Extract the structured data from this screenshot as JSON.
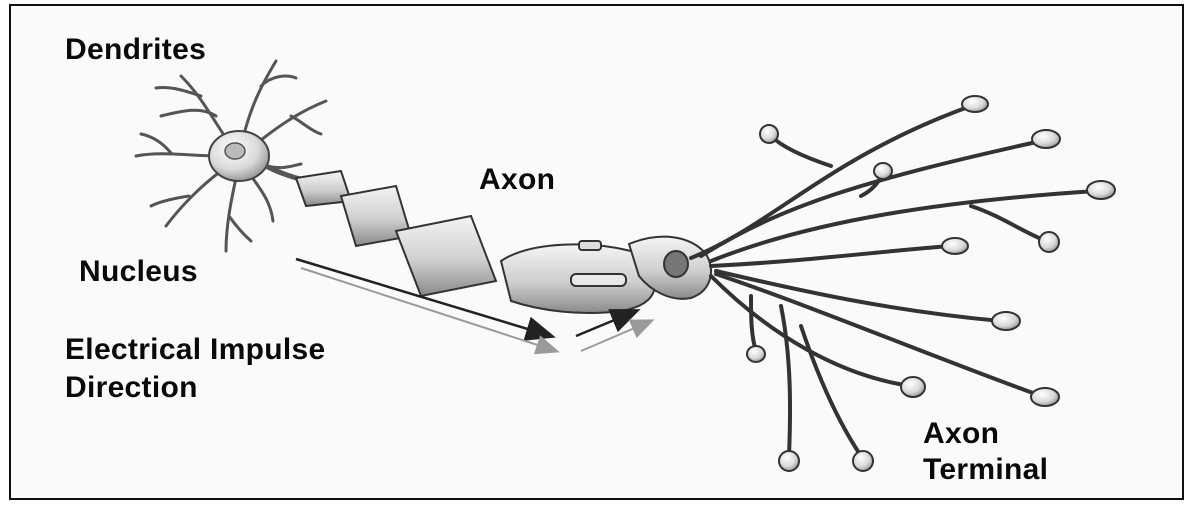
{
  "labels": {
    "dendrites": "Dendrites",
    "nucleus": "Nucleus",
    "impulse_line1": "Electrical Impulse",
    "impulse_line2": "Direction",
    "axon": "Axon",
    "terminal_line1": "Axon",
    "terminal_line2": "Terminal"
  },
  "colors": {
    "stroke": "#222222",
    "membrane": "#d8d8d8",
    "shadow": "#9a9a9a",
    "frame": "#111111"
  }
}
